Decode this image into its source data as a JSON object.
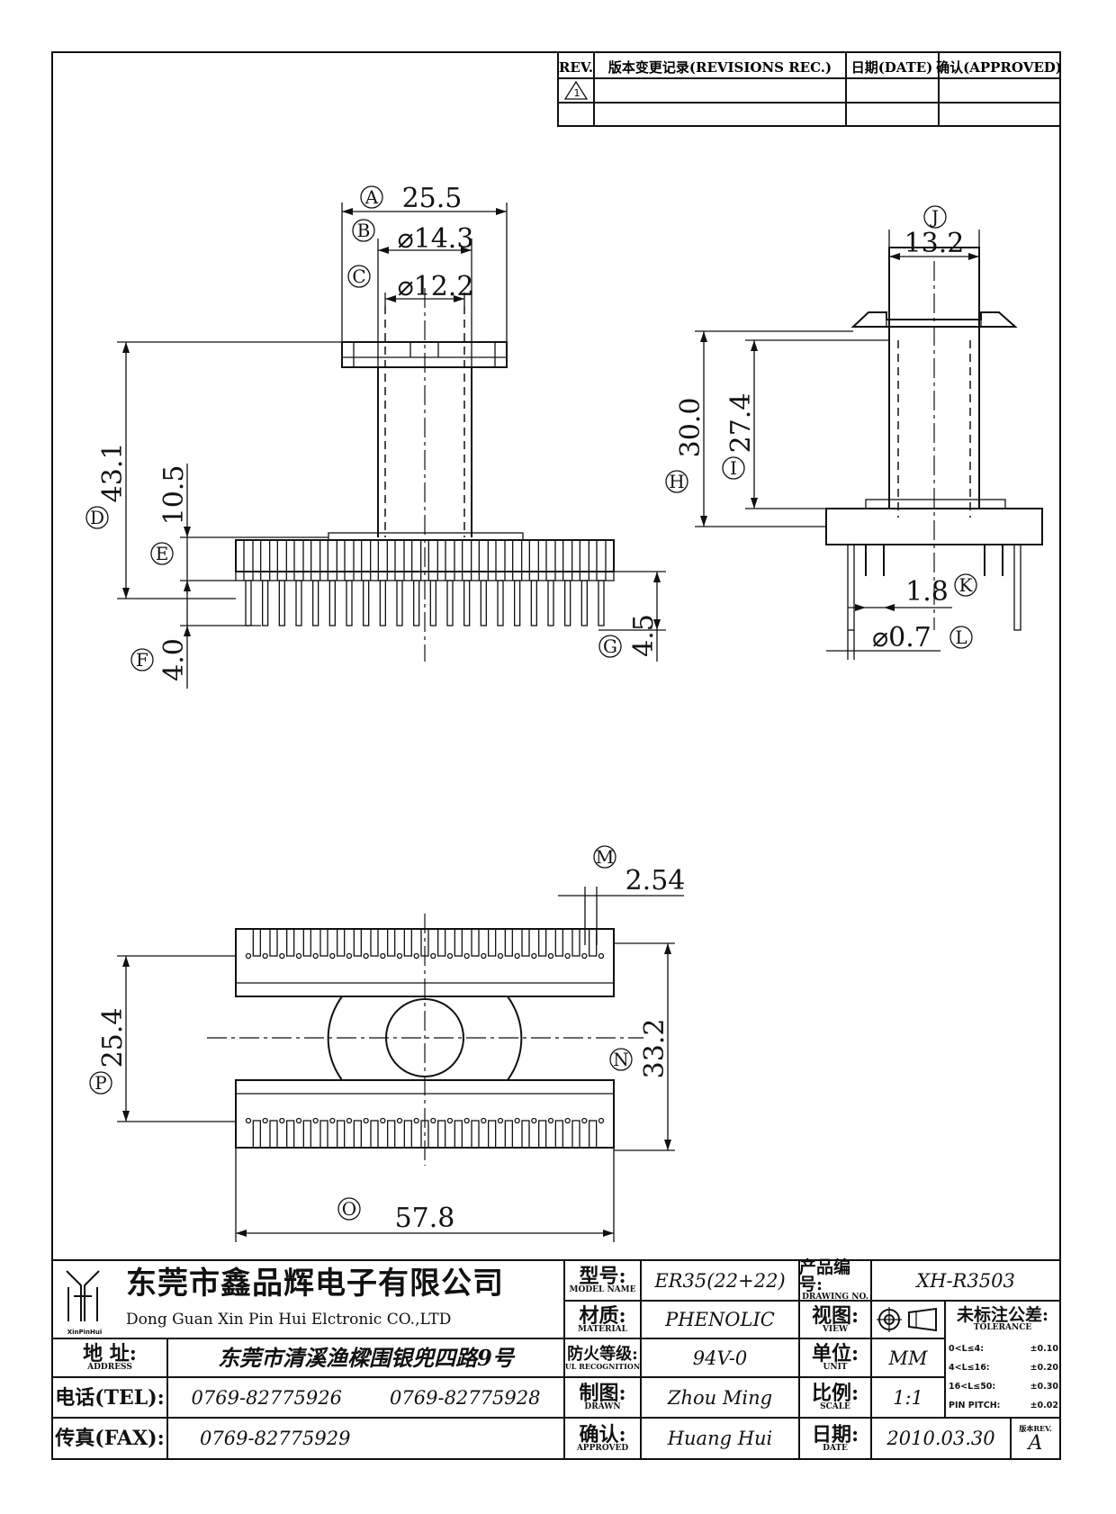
{
  "revision_table": {
    "rev_header": "REV.",
    "record_header": "版本变更记录(REVISIONS REC.)",
    "date_header": "日期(DATE)",
    "approved_header": "确认(APPROVED)",
    "rows": [
      {
        "rev": "1",
        "record": "",
        "date": "",
        "approved": ""
      },
      {
        "rev": "",
        "record": "",
        "date": "",
        "approved": ""
      }
    ]
  },
  "dimensions": {
    "A": {
      "label": "A",
      "value": "25.5"
    },
    "B": {
      "label": "B",
      "value": "⌀14.3"
    },
    "C": {
      "label": "C",
      "value": "⌀12.2"
    },
    "D": {
      "label": "D",
      "value": "43.1"
    },
    "E": {
      "label": "E",
      "value": "10.5"
    },
    "F": {
      "label": "F",
      "value": "4.0"
    },
    "G": {
      "label": "G",
      "value": "4.5"
    },
    "H": {
      "label": "H",
      "value": "30.0"
    },
    "I": {
      "label": "I",
      "value": "27.4"
    },
    "J": {
      "label": "J",
      "value": "13.2"
    },
    "K": {
      "label": "K",
      "value": "1.8"
    },
    "L": {
      "label": "L",
      "value": "⌀0.7"
    },
    "M": {
      "label": "M",
      "value": "2.54"
    },
    "N": {
      "label": "N",
      "value": "33.2"
    },
    "O": {
      "label": "O",
      "value": "57.8"
    },
    "P": {
      "label": "P",
      "value": "25.4"
    }
  },
  "title_block": {
    "company_cn": "东莞市鑫品辉电子有限公司",
    "company_en": "Dong Guan Xin Pin Hui Elctronic CO.,LTD",
    "logo_text": "XinPinHui",
    "address_label_cn": "地 址:",
    "address_label_en": "ADDRESS",
    "address": "东莞市清溪渔樑围银兜四路9号",
    "tel_label": "电话(TEL):",
    "tel1": "0769-82775926",
    "tel2": "0769-82775928",
    "fax_label": "传真(FAX):",
    "fax": "0769-82775929",
    "model_label_cn": "型号:",
    "model_label_en": "MODEL NAME",
    "model": "ER35(22+22)",
    "material_label_cn": "材质:",
    "material_label_en": "MATERIAL",
    "material": "PHENOLIC",
    "ul_label_cn": "防火等级:",
    "ul_label_en": "UL RECOGNITION",
    "ul": "94V-0",
    "drawn_label_cn": "制图:",
    "drawn_label_en": "DRAWN",
    "drawn": "Zhou Ming",
    "approved_label_cn": "确认:",
    "approved_label_en": "APPROVED",
    "approved": "Huang Hui",
    "drawing_no_label_cn": "产品编号:",
    "drawing_no_label_en": "DRAWING NO.",
    "drawing_no": "XH-R3503",
    "view_label_cn": "视图:",
    "view_label_en": "VIEW",
    "unit_label_cn": "单位:",
    "unit_label_en": "UNIT",
    "unit": "MM",
    "scale_label_cn": "比例:",
    "scale_label_en": "SCALE",
    "scale": "1:1",
    "date_label_cn": "日期:",
    "date_label_en": "DATE",
    "date": "2010.03.30",
    "tolerance_label_cn": "未标注公差:",
    "tolerance_label_en": "TOLERANCE",
    "tolerances": [
      {
        "range": "0<L≤4:",
        "value": "±0.10"
      },
      {
        "range": "4<L≤16:",
        "value": "±0.20"
      },
      {
        "range": "16<L≤50:",
        "value": "±0.30"
      },
      {
        "range": "PIN PITCH:",
        "value": "±0.02"
      }
    ],
    "rev_label": "版本REV.",
    "rev": "A"
  }
}
